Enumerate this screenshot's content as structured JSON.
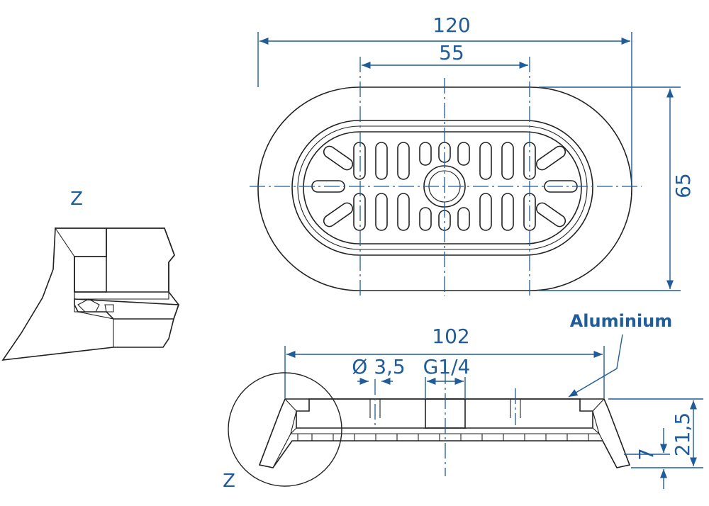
{
  "colors": {
    "dimension": "#1f5c99",
    "outline": "#222222"
  },
  "top_view": {
    "width_label": "120",
    "inner_label": "55",
    "height_label": "65"
  },
  "side_view": {
    "length_label": "102",
    "hole_label": "Ø 3,5",
    "thread_label": "G1/4",
    "material_label": "Aluminium",
    "height_label": "21,5",
    "lip_label": "7"
  },
  "detail": {
    "marker_label": "Z",
    "detail_label": "Z"
  }
}
